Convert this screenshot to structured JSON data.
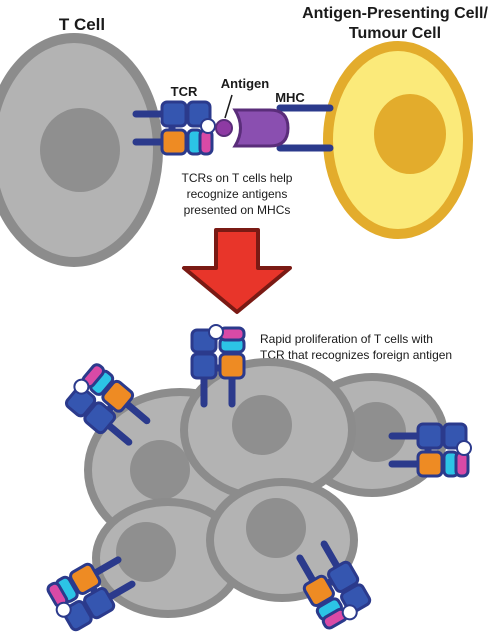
{
  "labels": {
    "t_cell": "T Cell",
    "apc_line1": "Antigen-Presenting Cell/",
    "apc_line2": "Tumour Cell",
    "tcr": "TCR",
    "antigen": "Antigen",
    "mhc": "MHC",
    "caption_line1": "TCRs on T cells help",
    "caption_line2": "recognize antigens",
    "caption_line3": "presented on MHCs",
    "prolif_line1": "Rapid proliferation of T cells with",
    "prolif_line2": "TCR that recognizes foreign antigen"
  },
  "colors": {
    "t_cell_fill": "#b3b3b3",
    "t_cell_border": "#8c8c8c",
    "nucleus": "#8f8f8f",
    "apc_fill": "#fbea7a",
    "apc_border": "#e3ac2c",
    "apc_nucleus": "#e3ac2c",
    "tcr_navy": "#2b3a8c",
    "tcr_blue": "#3556b0",
    "tcr_orange": "#ee8b23",
    "tcr_cyan": "#2cc4e6",
    "tcr_pink": "#d94aa6",
    "antigen_purple": "#8e3aa3",
    "mhc_purple": "#8a4fb0",
    "arrow_red": "#e8352a",
    "arrow_border": "#7a1a14"
  }
}
